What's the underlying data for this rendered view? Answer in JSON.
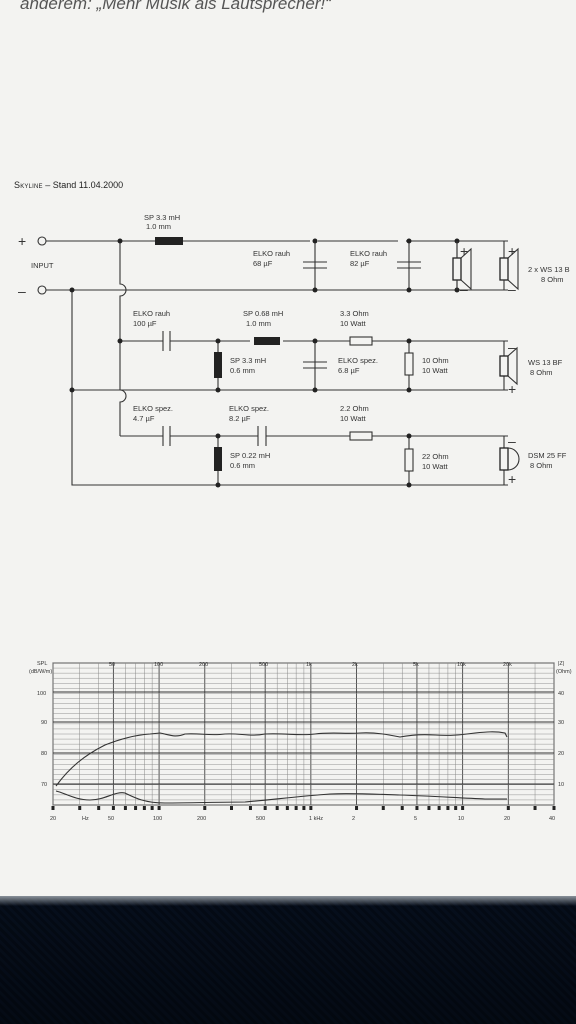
{
  "header": {
    "text": "anderem: „Mehr Musik als Lautsprecher!“"
  },
  "title": {
    "brand": "Skyline",
    "date": "– Stand 11.04.2000"
  },
  "terminals": {
    "plus": "+",
    "minus": "–",
    "input": "INPUT"
  },
  "components": {
    "l1": [
      "SP 3.3 mH",
      "1.0 mm"
    ],
    "c1": [
      "ELKO rauh",
      "68 µF"
    ],
    "c2": [
      "ELKO rauh",
      "82 µF"
    ],
    "c3": [
      "ELKO rauh",
      "100 µF"
    ],
    "l2": [
      "SP 0.68 mH",
      "1.0 mm"
    ],
    "r1": [
      "3.3 Ohm",
      "10 Watt"
    ],
    "l3": [
      "SP 3.3 mH",
      "0.6 mm"
    ],
    "c4": [
      "ELKO spez.",
      "6.8 µF"
    ],
    "r2": [
      "10 Ohm",
      "10 Watt"
    ],
    "c5": [
      "ELKO spez.",
      "4.7 µF"
    ],
    "c6": [
      "ELKO spez.",
      "8.2 µF"
    ],
    "r3": [
      "2.2 Ohm",
      "10 Watt"
    ],
    "l4": [
      "SP 0.22 mH",
      "0.6 mm"
    ],
    "r4": [
      "22 Ohm",
      "10 Watt"
    ]
  },
  "speakers": {
    "bass": [
      "2 x WS 13 B",
      "8 Ohm"
    ],
    "mid": [
      "WS 13 BF",
      "8 Ohm"
    ],
    "tweeter": [
      "DSM 25 FF",
      "8 Ohm"
    ],
    "plus": "+",
    "minus": "–"
  },
  "graph": {
    "ylabel_left": [
      "SPL",
      "(dB/W/m)"
    ],
    "ylabel_right": [
      "|Z|",
      "(Ohm)"
    ],
    "spl_ticks": [
      "100",
      "90",
      "80",
      "70"
    ],
    "ohm_ticks": [
      "40",
      "30",
      "20",
      "10"
    ],
    "top_ticks": [
      "50",
      "100",
      "200",
      "500",
      "1k",
      "2k",
      "5k",
      "10k",
      "20k"
    ],
    "bottom_ticks": [
      "20",
      "Hz",
      "50",
      "100",
      "200",
      "500",
      "1 kHz",
      "2",
      "5",
      "10",
      "20",
      "40"
    ]
  }
}
